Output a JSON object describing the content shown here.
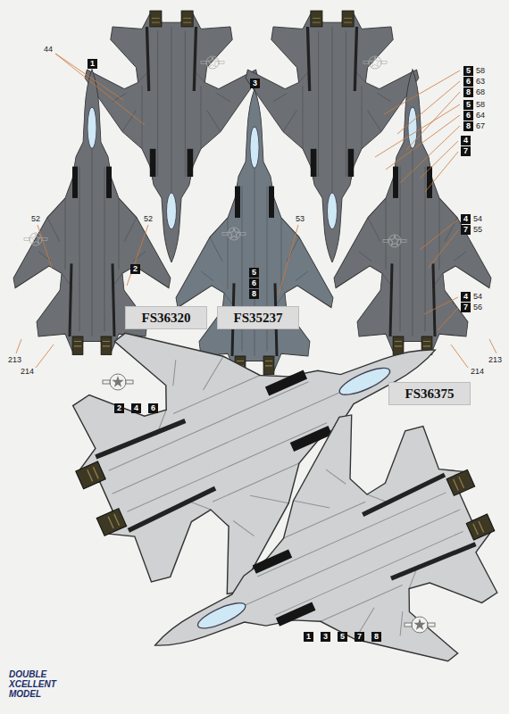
{
  "diagram": {
    "nodes": [
      {
        "text": [
          "1"
        ]
      },
      {
        "text": [
          "5"
        ]
      },
      {
        "text": [
          "6"
        ]
      },
      {
        "text": [
          "8"
        ]
      },
      {
        "text": [
          "3"
        ]
      },
      {
        "text": [
          "5"
        ]
      },
      {
        "text": [
          "6"
        ]
      },
      {
        "text": [
          "8"
        ]
      },
      {
        "text": [
          "4"
        ]
      },
      {
        "text": [
          "7"
        ]
      },
      {
        "text": [
          "4"
        ]
      },
      {
        "text": [
          "7"
        ]
      },
      {
        "text": [
          "2"
        ]
      },
      {
        "text": [
          "5"
        ]
      },
      {
        "text": [
          "6"
        ]
      },
      {
        "text": [
          "8"
        ]
      },
      {
        "text": [
          "4"
        ]
      },
      {
        "text": [
          "7"
        ]
      },
      {
        "text": [
          "FS36320"
        ]
      },
      {
        "text": [
          "FS35237"
        ]
      },
      {
        "text": [
          "FS36375"
        ]
      },
      {
        "text": [
          "2"
        ]
      },
      {
        "text": [
          "4"
        ]
      },
      {
        "text": [
          "6"
        ]
      },
      {
        "text": [
          "1"
        ]
      },
      {
        "text": [
          "3"
        ]
      },
      {
        "text": [
          "5"
        ]
      },
      {
        "text": [
          "7"
        ]
      },
      {
        "text": [
          "8"
        ]
      }
    ],
    "labels": [
      "44",
      "52",
      "52",
      "53",
      "58",
      "63",
      "68",
      "58",
      "64",
      "67",
      "54",
      "55",
      "54",
      "56",
      "213",
      "214",
      "213",
      "214",
      "DOUBLE XCELLENT MODEL"
    ]
  }
}
